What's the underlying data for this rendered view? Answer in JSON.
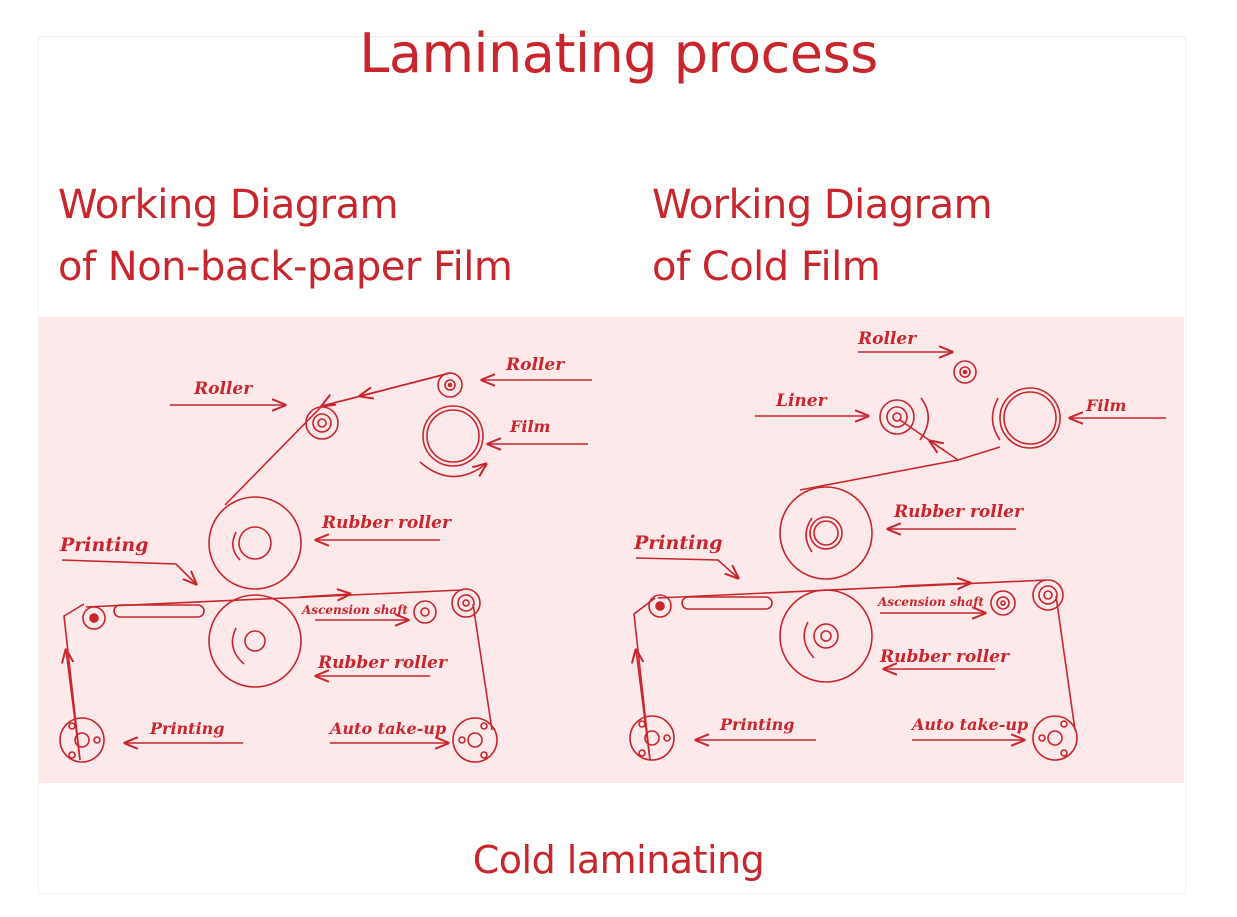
{
  "title": "Laminating process",
  "footer": "Cold laminating",
  "left_diagram": {
    "heading_line1": "Working Diagram",
    "heading_line2": "of Non-back-paper Film",
    "labels": {
      "roller_top": "Roller",
      "roller": "Roller",
      "film": "Film",
      "printing_in": "Printing",
      "rubber_roller_top": "Rubber roller",
      "ascension_shaft": "Ascension shaft",
      "rubber_roller_bottom": "Rubber roller",
      "printing_out": "Printing",
      "auto_take_up": "Auto take-up"
    }
  },
  "right_diagram": {
    "heading_line1": "Working Diagram",
    "heading_line2": "of Cold Film",
    "labels": {
      "roller": "Roller",
      "liner": "Liner",
      "film": "Film",
      "rubber_roller_top": "Rubber roller",
      "printing_in": "Printing",
      "ascension_shaft": "Ascension shaft",
      "rubber_roller_bottom": "Rubber roller",
      "printing_out": "Printing",
      "auto_take_up": "Auto take-up"
    }
  },
  "colors": {
    "accent": "#c8262c",
    "panel_background": "#fde9ea"
  }
}
